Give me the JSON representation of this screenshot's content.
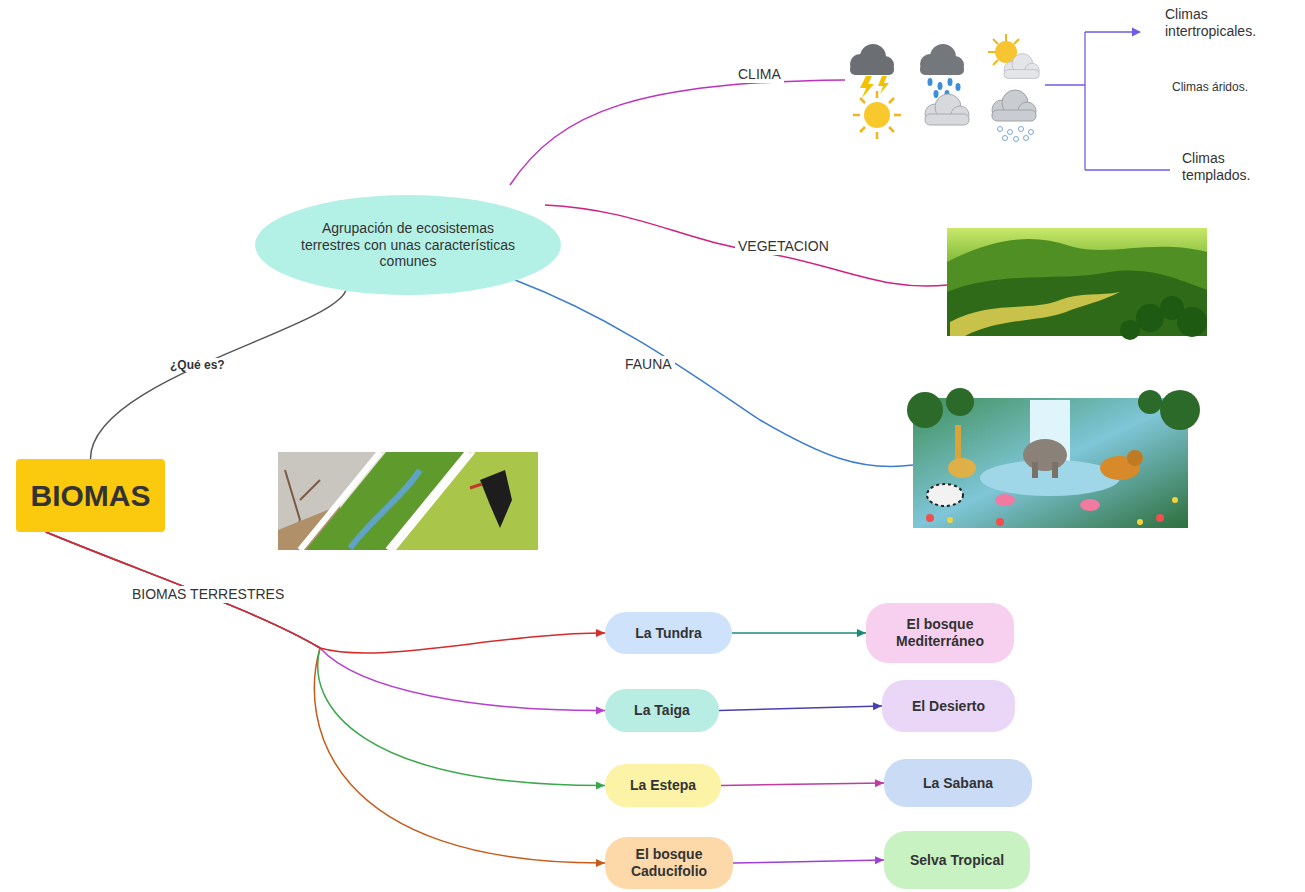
{
  "diagram": {
    "nodes": [
      {
        "text": [
          "BIOMAS"
        ]
      },
      {
        "text": [
          "Agrupación de ecosistemas terrestres con unas características comunes"
        ]
      },
      {
        "text": [
          "La Tundra"
        ]
      },
      {
        "text": [
          "El bosque Mediterráneo"
        ]
      },
      {
        "text": [
          "La Taiga"
        ]
      },
      {
        "text": [
          "El Desierto"
        ]
      },
      {
        "text": [
          "La Estepa"
        ]
      },
      {
        "text": [
          "La Sabana"
        ]
      },
      {
        "text": [
          "El bosque Caducifolio"
        ]
      },
      {
        "text": [
          "Selva Tropical"
        ]
      }
    ],
    "edges": [
      {
        "from": 0,
        "to": 1,
        "label": "¿Qué es?",
        "arrow": "none"
      },
      {
        "from": 0,
        "to": 2,
        "label": "BIOMAS TERRESTRES",
        "arrow": "to"
      },
      {
        "from": 0,
        "to": 4,
        "arrow": "to"
      },
      {
        "from": 0,
        "to": 6,
        "arrow": "to"
      },
      {
        "from": 0,
        "to": 8,
        "arrow": "to"
      },
      {
        "from": 2,
        "to": 3,
        "arrow": "to"
      },
      {
        "from": 4,
        "to": 5,
        "arrow": "to"
      },
      {
        "from": 6,
        "to": 7,
        "arrow": "to"
      },
      {
        "from": 8,
        "to": 9,
        "arrow": "to"
      }
    ],
    "labels": [
      "CLIMA",
      "VEGETACION",
      "FAUNA",
      "Climas intertropicales.",
      "Climas áridos.",
      "Climas templados."
    ]
  }
}
